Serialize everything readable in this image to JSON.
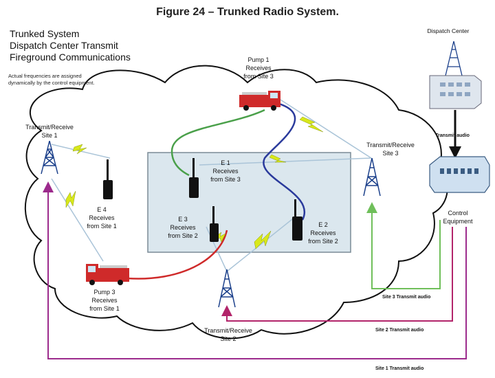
{
  "figure_title": "Figure 24 – Trunked Radio System.",
  "system_title": [
    "Trunked System",
    "Dispatch Center Transmit",
    "Fireground Communications"
  ],
  "note": [
    "Actual frequencies are assigned",
    "dynamically by the control equipment."
  ],
  "dispatch_center": {
    "label": "Dispatch Center",
    "transmit_audio": "Transmit audio",
    "control_equipment": [
      "Control",
      "Equipment"
    ]
  },
  "sites": {
    "site1": [
      "Transmit/Receive",
      "Site 1"
    ],
    "site2": [
      "Transmit/Receive",
      "Site 2"
    ],
    "site3": [
      "Transmit/Receive",
      "Site 3"
    ]
  },
  "units": {
    "pump1": [
      "Pump 1",
      "Receives",
      "from Site 3"
    ],
    "pump3": [
      "Pump 3",
      "Receives",
      "from Site 1"
    ],
    "e1": [
      "E 1",
      "Receives",
      "from Site 3"
    ],
    "e2": [
      "E 2",
      "Receives",
      "from Site 2"
    ],
    "e3": [
      "E 3",
      "Receives",
      "from Site 2"
    ],
    "e4": [
      "E 4",
      "Receives",
      "from Site 1"
    ]
  },
  "audio_links": {
    "site3": "Site 3 Transmit audio",
    "site2": "Site 2 Transmit audio",
    "site1": "Site 1 Transmit audio"
  },
  "colors": {
    "site1_link": "#9c2a8c",
    "site2_link": "#b2246a",
    "site3_link": "#6fbf5a",
    "pump3_path": "#cf2a2a",
    "pump1_path": "#2a3a9c",
    "e1_path": "#4aa04a",
    "bolt": "#d8e81a"
  }
}
